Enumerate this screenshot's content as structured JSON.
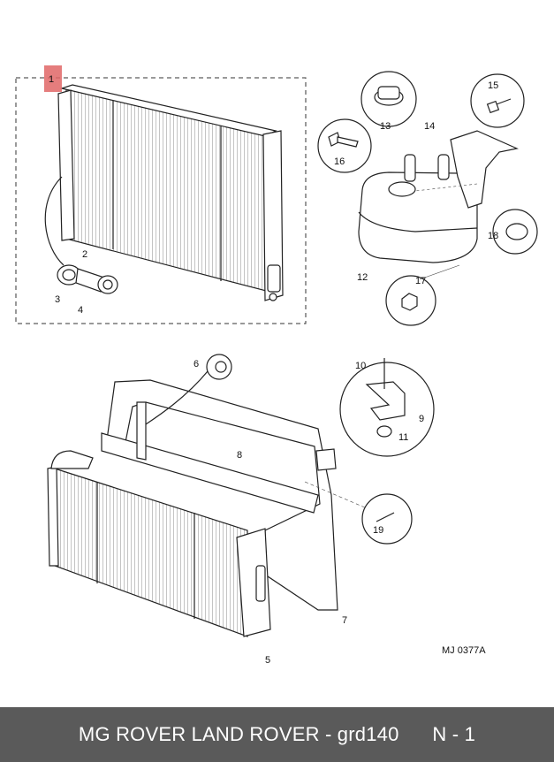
{
  "diagram": {
    "callouts": [
      "1",
      "2",
      "3",
      "4",
      "5",
      "6",
      "7",
      "8",
      "9",
      "10",
      "11",
      "12",
      "13",
      "14",
      "15",
      "16",
      "17",
      "18",
      "19"
    ],
    "reference_code": "MJ 0377A",
    "highlight_color": "#e06666"
  },
  "footer": {
    "text": "MG ROVER LAND ROVER - grd140",
    "page": "N - 1"
  }
}
